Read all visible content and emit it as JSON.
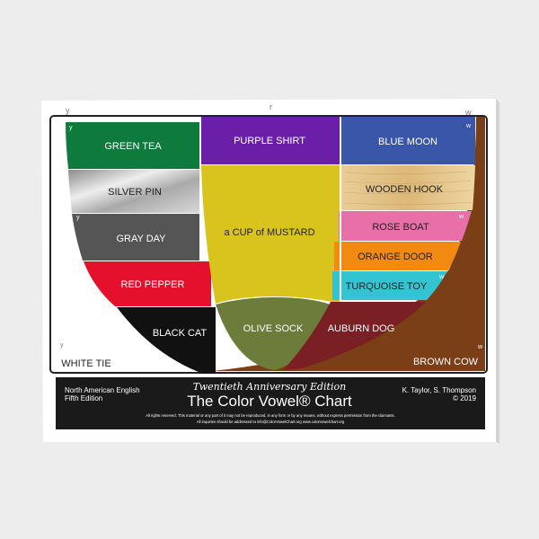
{
  "chart_cells": {
    "green_tea": "GREEN TEA",
    "silver_pin": "SILVER PIN",
    "gray_day": "GRAY DAY",
    "red_pepper": "RED PEPPER",
    "black_cat": "BLACK CAT",
    "white_tie": "WHITE TIE",
    "purple_shirt": "PURPLE SHIRT",
    "cup_of_mustard": "a CUP of MUSTARD",
    "olive_sock": "OLIVE SOCK",
    "blue_moon": "BLUE MOON",
    "wooden_hook": "WOODEN HOOK",
    "rose_boat": "ROSE BOAT",
    "orange_door": "ORANGE DOOR",
    "turquoise_toy": "TURQUOISE TOY",
    "auburn_dog": "AUBURN DOG",
    "brown_cow": "BROWN COW"
  },
  "markers": {
    "y": "y",
    "r": "r",
    "w": "w"
  },
  "footer": {
    "edition_line1": "North American English",
    "edition_line2": "Fifth Edition",
    "anniversary": "Twentieth Anniversary Edition",
    "title": "The Color Vowel® Chart",
    "authors": "K. Taylor, S. Thompson",
    "year": "© 2019",
    "rights_line1": "All rights reserved. This material or any part of it may not be reproduced, in any form or by any means, without express permission from the claimants.",
    "rights_line2": "All inquiries should be addressed to info@ColorVowelChart.org     www.colorvowelchart.org"
  },
  "colors": {
    "green": "#0e7a3c",
    "silver": "#b9b9b9",
    "gray": "#555555",
    "red": "#e4102c",
    "black": "#111111",
    "purple": "#6b1fa8",
    "mustard": "#d9c41e",
    "olive": "#6c7c3a",
    "blue": "#3a56a8",
    "wood": "#e3c48a",
    "rose": "#e86fa8",
    "orange": "#f28a12",
    "turquoise": "#33c4d2",
    "auburn": "#7a1f24",
    "brown": "#7a3f17"
  }
}
